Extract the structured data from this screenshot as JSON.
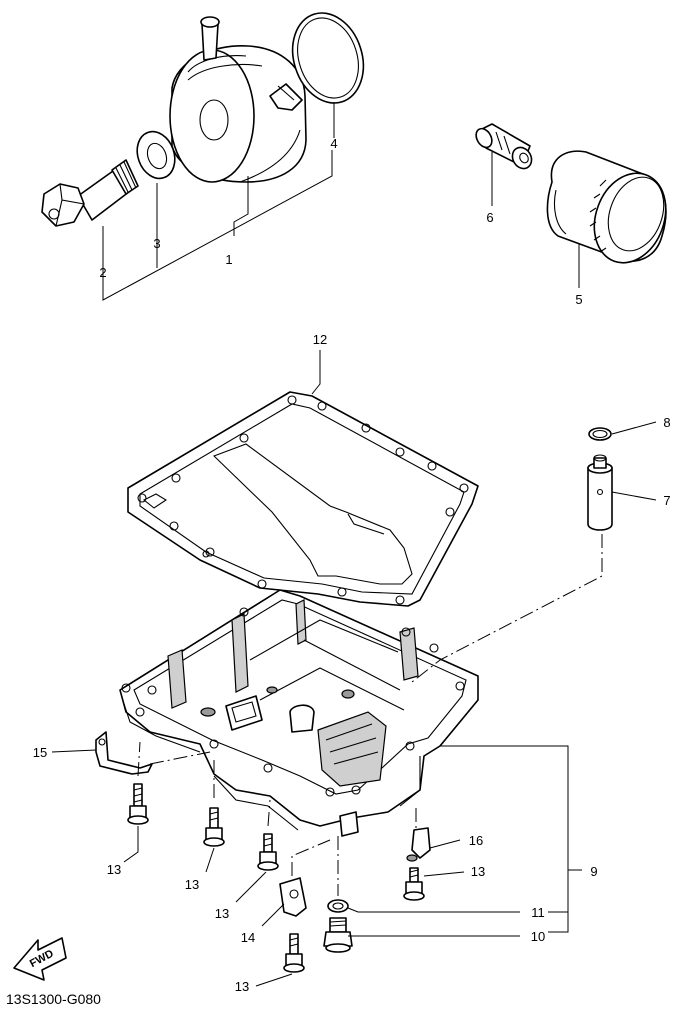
{
  "diagram": {
    "drawing_code": "13S1300-G080",
    "direction_badge": "FWD",
    "callouts": {
      "c1": "1",
      "c2": "2",
      "c3": "3",
      "c4": "4",
      "c5": "5",
      "c6": "6",
      "c7": "7",
      "c8": "8",
      "c9": "9",
      "c10": "10",
      "c11": "11",
      "c12": "12",
      "c13a": "13",
      "c13b": "13",
      "c13c": "13",
      "c13d": "13",
      "c13e": "13",
      "c14": "14",
      "c15": "15",
      "c16": "16"
    }
  }
}
